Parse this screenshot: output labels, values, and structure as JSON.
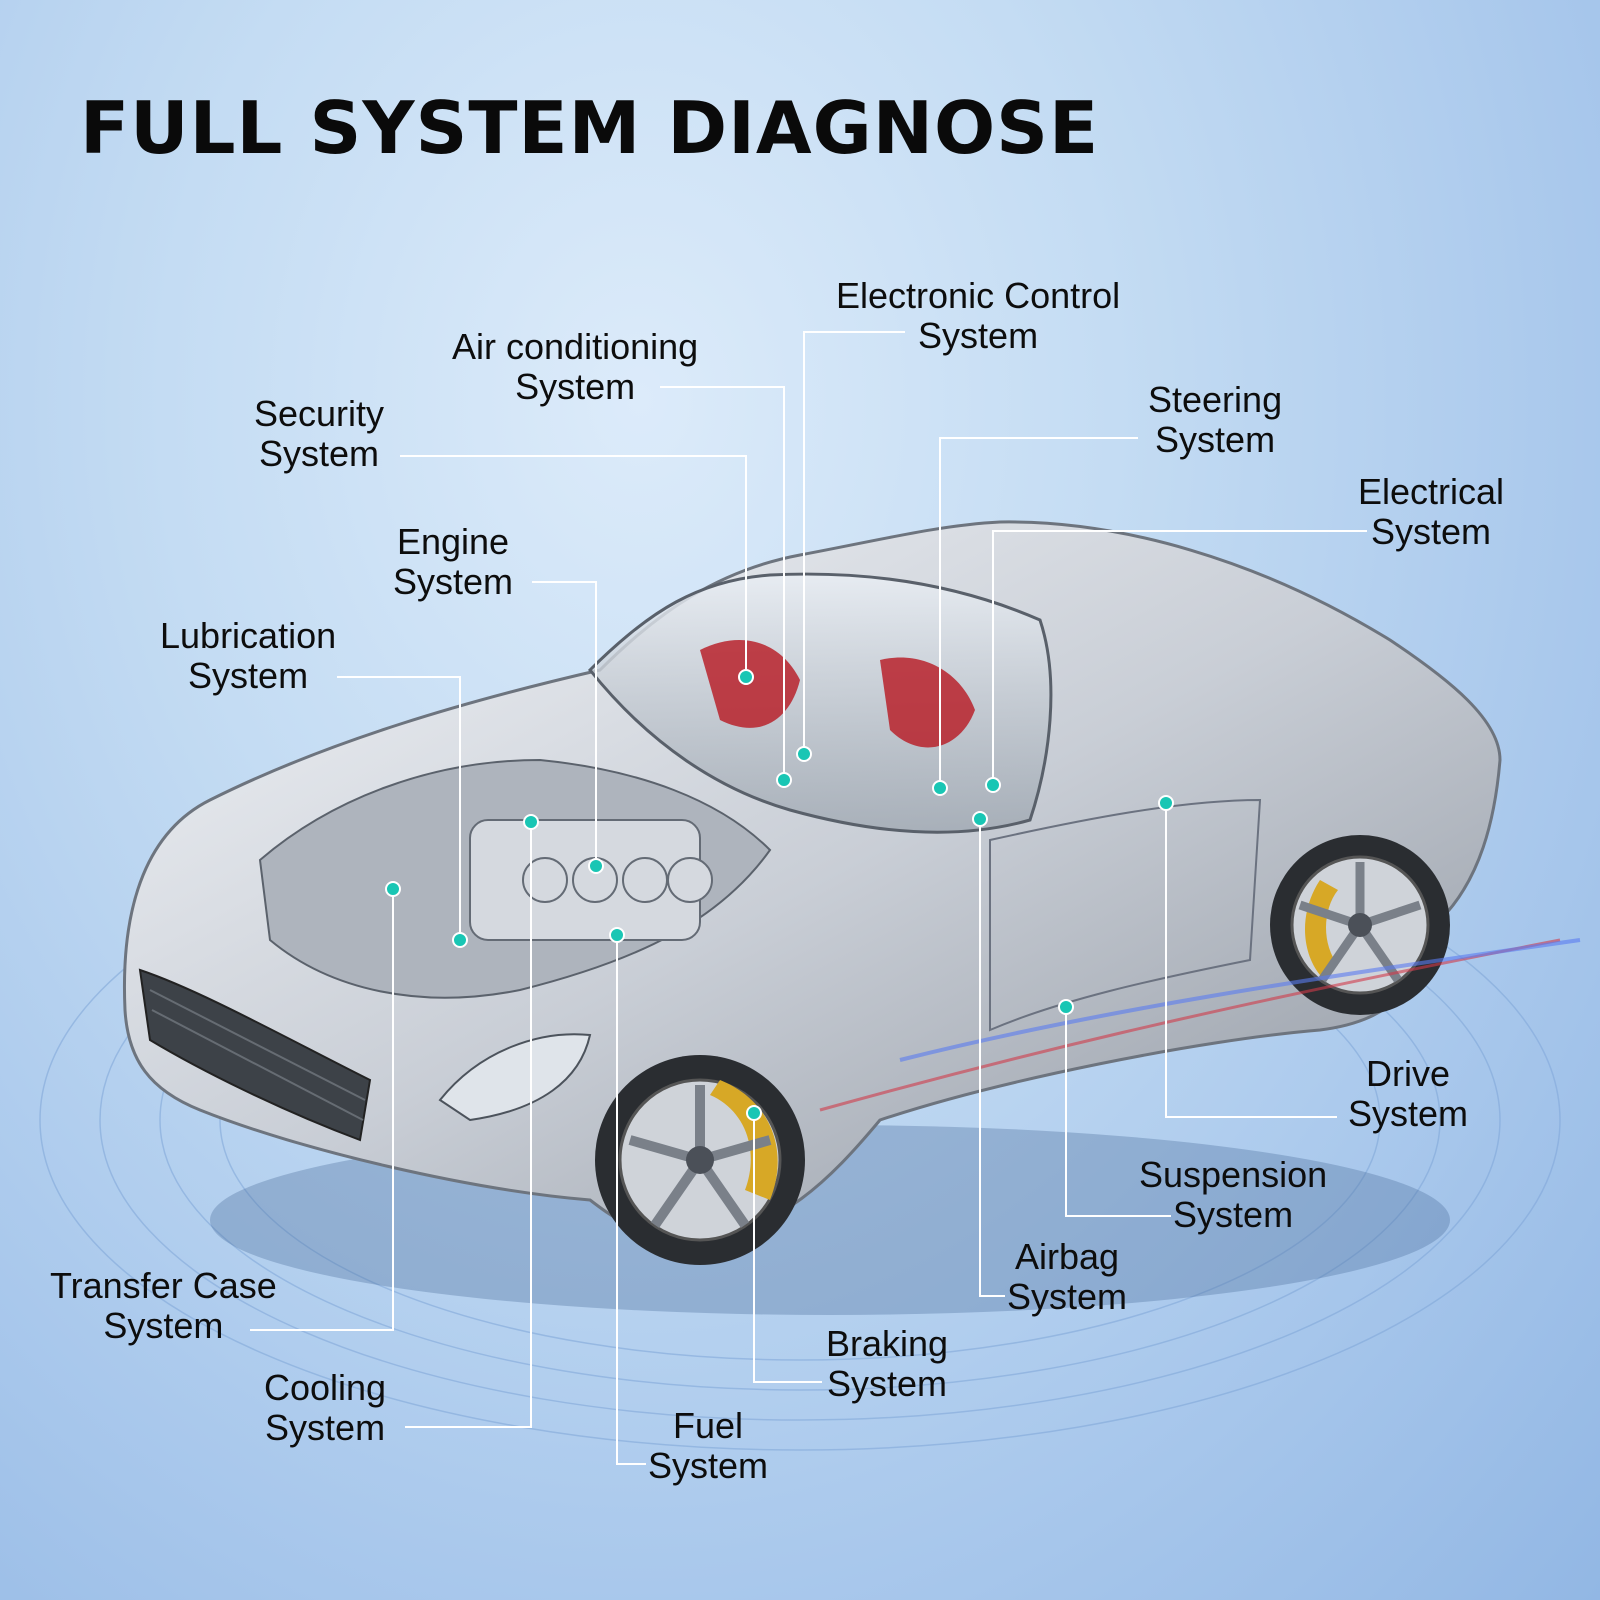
{
  "title": "FULL SYSTEM DIAGNOSE",
  "colors": {
    "callout_line": "#ffffff",
    "callout_dot": "#19c6b4",
    "accent_red": "#b9222b",
    "brake_caliper": "#d7a826"
  },
  "labels": [
    {
      "id": "electronic-control",
      "line1": "Electronic Control",
      "line2": "System"
    },
    {
      "id": "air-conditioning",
      "line1": "Air conditioning",
      "line2": "System"
    },
    {
      "id": "security",
      "line1": "Security",
      "line2": "System"
    },
    {
      "id": "steering",
      "line1": "Steering",
      "line2": "System"
    },
    {
      "id": "electrical",
      "line1": "Electrical",
      "line2": "System"
    },
    {
      "id": "engine",
      "line1": "Engine",
      "line2": "System"
    },
    {
      "id": "lubrication",
      "line1": "Lubrication",
      "line2": "System"
    },
    {
      "id": "drive",
      "line1": "Drive",
      "line2": "System"
    },
    {
      "id": "suspension",
      "line1": "Suspension",
      "line2": "System"
    },
    {
      "id": "airbag",
      "line1": "Airbag",
      "line2": "System"
    },
    {
      "id": "braking",
      "line1": "Braking",
      "line2": "System"
    },
    {
      "id": "fuel",
      "line1": "Fuel",
      "line2": "System"
    },
    {
      "id": "transfer-case",
      "line1": "Transfer Case",
      "line2": "System"
    },
    {
      "id": "cooling",
      "line1": "Cooling",
      "line2": "System"
    }
  ]
}
